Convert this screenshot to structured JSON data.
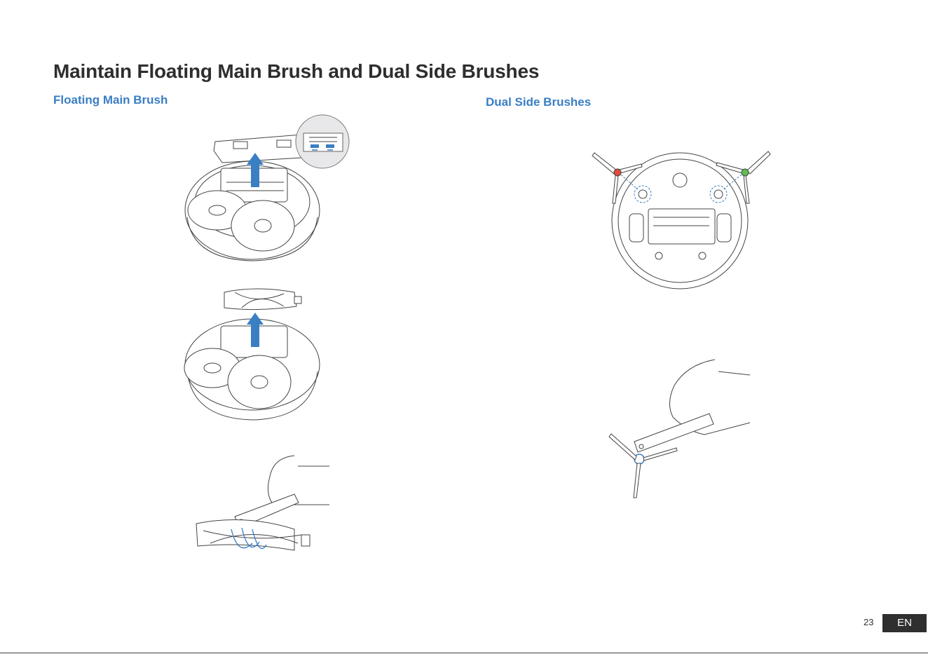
{
  "page": {
    "title": "Maintain Floating Main Brush and Dual Side Brushes",
    "sections": {
      "main_brush": "Floating Main Brush",
      "side_brushes": "Dual Side Brushes"
    },
    "page_number": "23",
    "language": "EN"
  },
  "colors": {
    "accent_blue": "#3a7ec4",
    "heading_dark": "#2e2e2e",
    "side_brush_left_marker": "#e24a3b",
    "side_brush_right_marker": "#5cbf4f",
    "lang_tab": "#2f2f2f"
  }
}
